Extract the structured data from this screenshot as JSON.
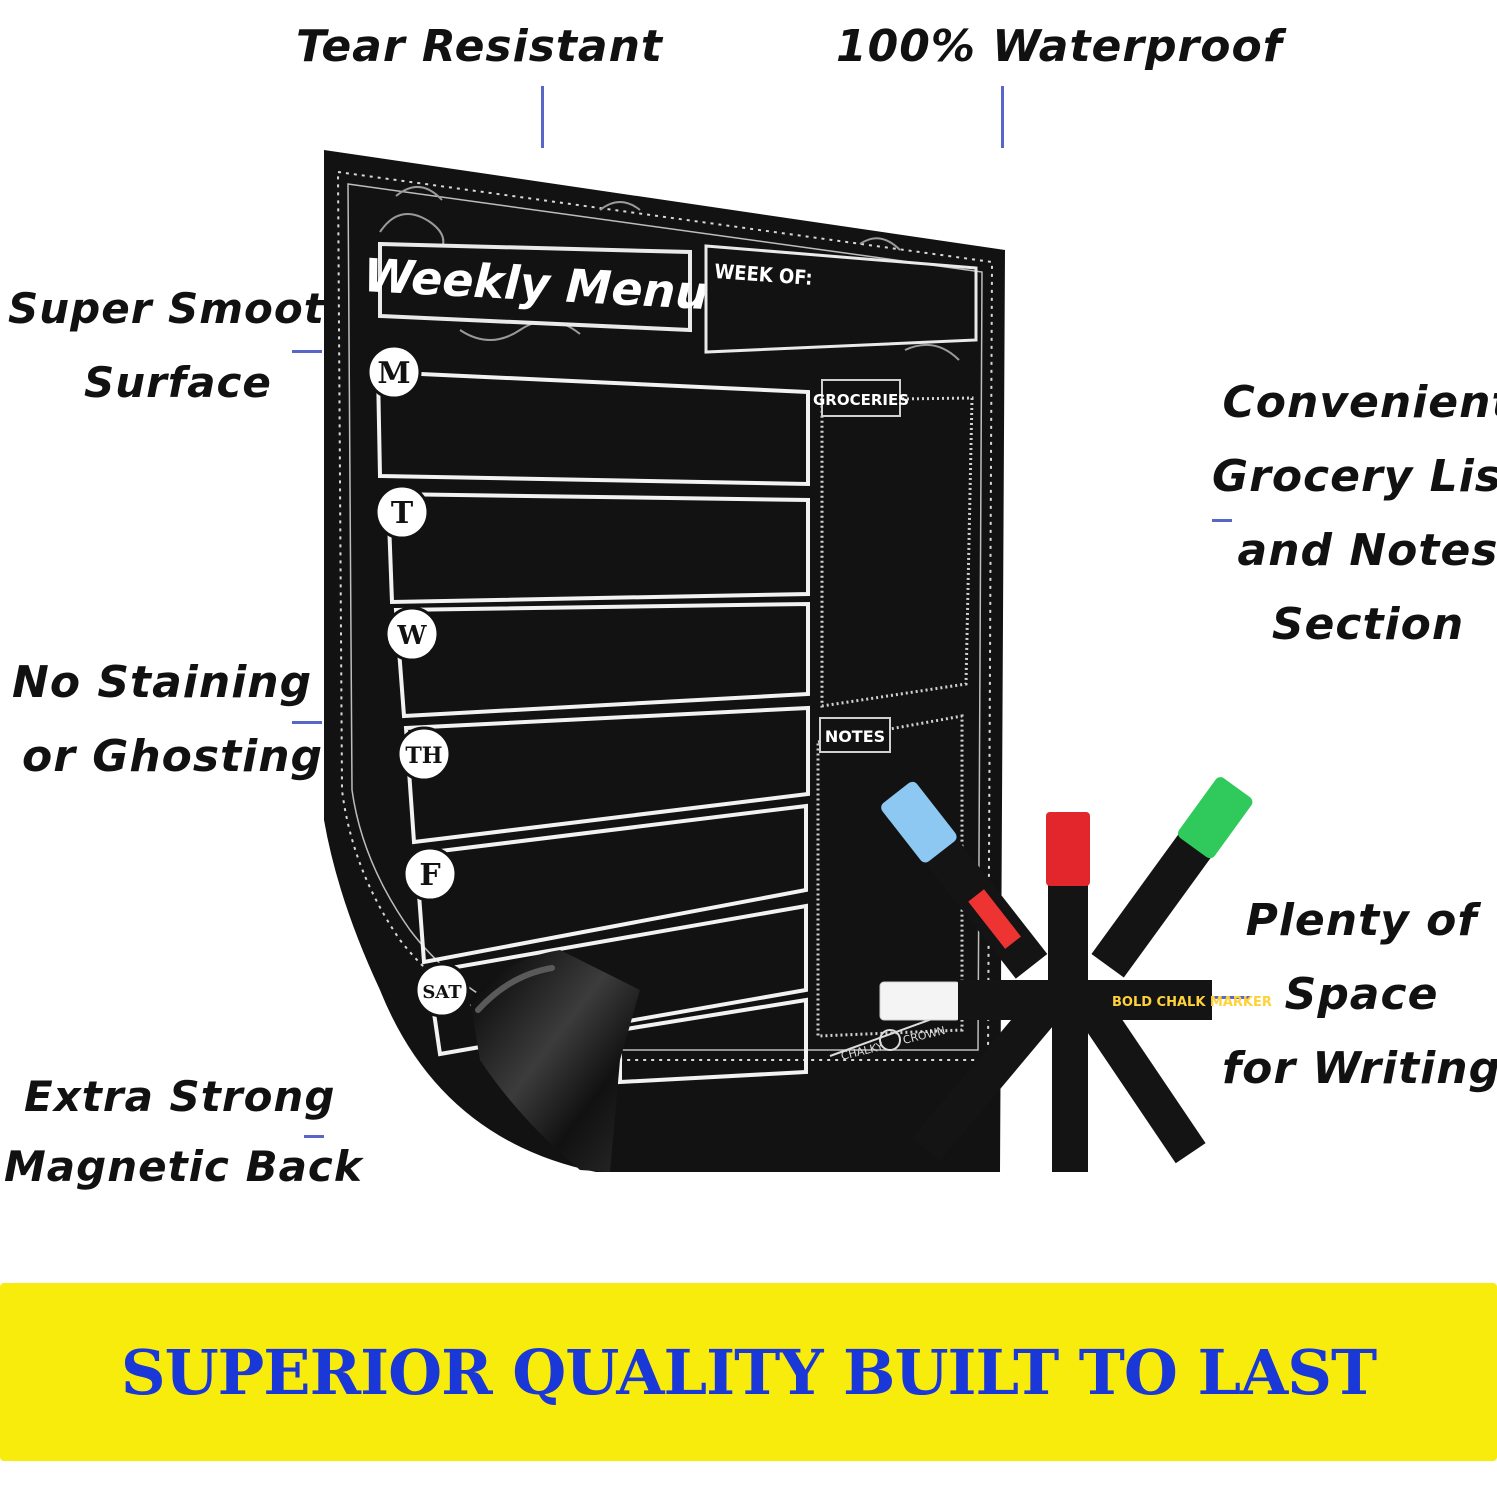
{
  "callouts": {
    "tear": "Tear Resistant",
    "waterproof": "100% Waterproof",
    "smooth": [
      "Super Smooth",
      "Surface"
    ],
    "staining": [
      "No Staining",
      "or Ghosting"
    ],
    "magnetic": [
      "Extra Strong",
      "Magnetic Back"
    ],
    "grocery": [
      "Convenient",
      "Grocery List",
      "and Notes",
      "Section"
    ],
    "space": [
      "Plenty of",
      "Space",
      "for Writing"
    ]
  },
  "board": {
    "title": "Weekly Menu",
    "week_of": "WEEK OF:",
    "days": [
      "M",
      "T",
      "W",
      "TH",
      "F",
      "SAT"
    ],
    "groceries": "GROCERIES",
    "notes": "NOTES",
    "brand_left": "CHALKY",
    "brand_right": "CROWN"
  },
  "markers": {
    "label": "BOLD CHALK MARKER",
    "colors": [
      "#8cc8f2",
      "#e3262b",
      "#2fc95c",
      "#f4f4f4"
    ]
  },
  "banner": "SUPERIOR QUALITY BUILT TO LAST",
  "colors": {
    "banner_bg": "#f8ec0d",
    "banner_text": "#1a38d8",
    "board": "#121212"
  }
}
